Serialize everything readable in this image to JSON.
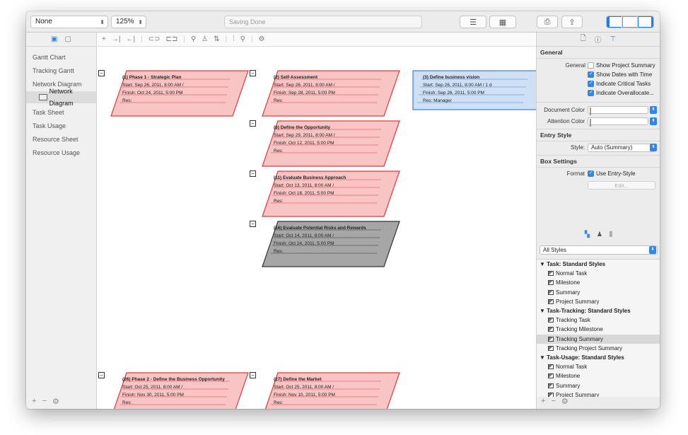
{
  "toolbar": {
    "view_select": "None",
    "zoom": "125%",
    "status": "Saving Done"
  },
  "sidebar": {
    "items": [
      "Gantt Chart",
      "Tracking Gantt",
      "Network Diagram",
      "Task Sheet",
      "Task Usage",
      "Resource Sheet",
      "Resource Usage"
    ],
    "selected_sub": "Network Diagram"
  },
  "nodes": [
    {
      "title": "(1) Phase 1 - Strategic Plan",
      "start": "Start: Sep 26, 2011, 8:00 AM /",
      "finish": "Finish: Oct 24, 2011, 5:00 PM",
      "res": "Res:",
      "style": "critical"
    },
    {
      "title": "(2) Self-Assessment",
      "start": "Start: Sep 26, 2011, 8:00 AM /",
      "finish": "Finish: Sep 28, 2011, 5:00 PM",
      "res": "Res:",
      "style": "critical"
    },
    {
      "title": "(3) Define business vision",
      "start": "Start: Sep 26, 2011, 8:00 AM / 1 d",
      "finish": "Finish: Sep 26, 2011, 5:00 PM",
      "res": "Res: Manager",
      "style": "normal"
    },
    {
      "title": "(6) Define the Opportunity",
      "start": "Start: Sep 29, 2011, 8:00 AM /",
      "finish": "Finish: Oct 12, 2011, 5:00 PM",
      "res": "Res:",
      "style": "critical"
    },
    {
      "title": "(11) Evaluate Business Approach",
      "start": "Start: Oct 13, 2011, 8:00 AM /",
      "finish": "Finish: Oct 18, 2011, 5:00 PM",
      "res": "Res:",
      "style": "critical"
    },
    {
      "title": "(16) Evaluate Potential Risks and Rewards",
      "start": "Start: Oct 14, 2011, 8:00 AM /",
      "finish": "Finish: Oct 24, 2011, 5:00 PM",
      "res": "Res:",
      "style": "gray"
    },
    {
      "title": "(26) Phase 2 - Define the Business Opportunity",
      "start": "Start: Oct 25, 2011, 8:00 AM /",
      "finish": "Finish: Nov 30, 2011, 5:00 PM",
      "res": "Res:",
      "style": "critical"
    },
    {
      "title": "(27) Define the Market",
      "start": "Start: Oct 25, 2011, 8:00 AM /",
      "finish": "Finish: Nov 10, 2011, 5:00 PM",
      "res": "Res:",
      "style": "critical"
    }
  ],
  "inspector": {
    "general_header": "General",
    "general_label": "General",
    "checks": [
      {
        "label": "Show Project Summary",
        "checked": false
      },
      {
        "label": "Show Dates with Time",
        "checked": true
      },
      {
        "label": "Indicate Critical Tasks",
        "checked": true
      },
      {
        "label": "Indicate Overallocate...",
        "checked": true
      }
    ],
    "document_color_label": "Document Color",
    "attention_color_label": "Attention Color",
    "attention_color": "#e02020",
    "entry_header": "Entry Style",
    "style_label": "Style:",
    "style_value": "Auto (Summary)",
    "box_header": "Box Settings",
    "format_label": "Format",
    "use_entry_style": "Use Entry-Style",
    "edit_button": "Edit...",
    "styles_filter": "All Styles",
    "styles": [
      {
        "group": "Task: Standard Styles",
        "items": [
          "Normal Task",
          "Milestone",
          "Summary",
          "Project Summary"
        ]
      },
      {
        "group": "Task-Tracking: Standard Styles",
        "items": [
          "Tracking Task",
          "Tracking Milestone",
          "Tracking Summary",
          "Tracking Project Summary"
        ]
      },
      {
        "group": "Task-Usage: Standard Styles",
        "items": [
          "Normal Task",
          "Milestone",
          "Summary",
          "Project Summary"
        ]
      }
    ],
    "selected_style": "Tracking Summary"
  },
  "colors": {
    "critical_fill": "#f8c4c4",
    "critical_stroke": "#e23a3a",
    "normal_fill": "#cfe0f5",
    "normal_stroke": "#3b7fd4",
    "gray_fill": "#a6a6a6",
    "gray_stroke": "#333333"
  }
}
